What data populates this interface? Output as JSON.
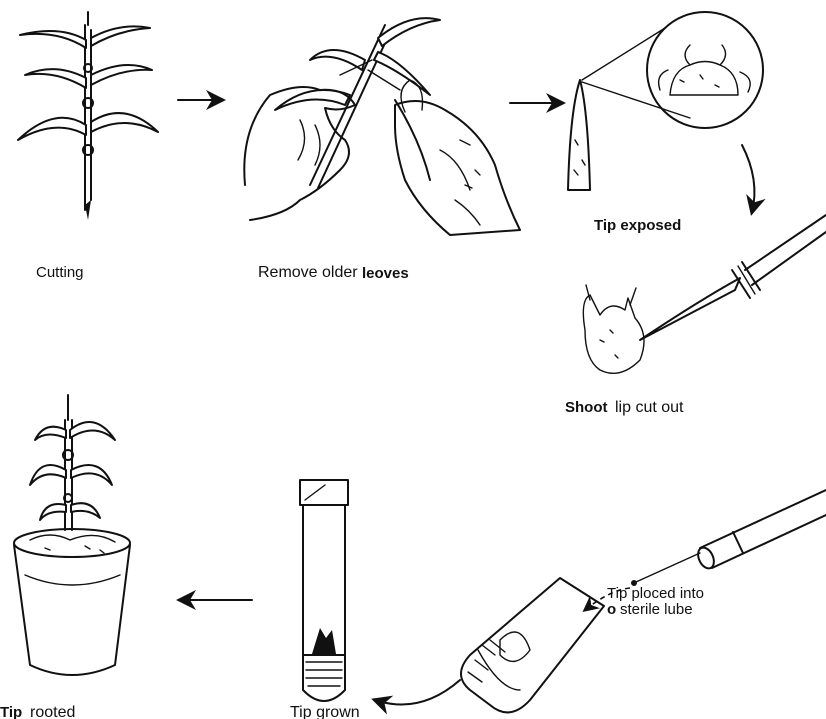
{
  "steps": {
    "cutting": "Cutting",
    "remove_leaves_1": "Remove older",
    "remove_leaves_2": "leoves",
    "tip_exposed": "Tip exposed",
    "shoot_cut_1": "Shoot",
    "shoot_cut_2": "lip cut out",
    "tip_placed_1": "Tip ploced into",
    "tip_placed_2a": "o",
    "tip_placed_2b": "sterile lube",
    "tip_grown": "Tip grown",
    "tip_rooted_1": "Tip",
    "tip_rooted_2": "rooted"
  },
  "colors": {
    "ink": "#111111",
    "paper": "#ffffff"
  }
}
